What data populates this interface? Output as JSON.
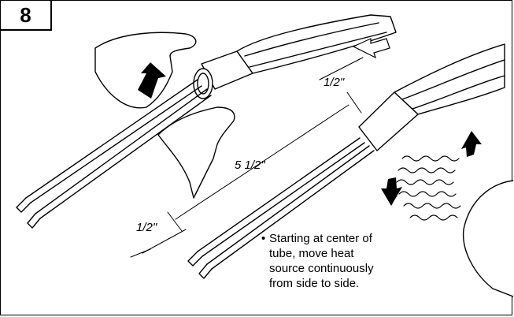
{
  "step": {
    "number": "8"
  },
  "dimensions": {
    "top_strip": "1/2\"",
    "total_length": "5 1/2\"",
    "bottom_strip": "1/2\""
  },
  "instruction": {
    "bullet": "•",
    "lines": [
      "Starting at center of",
      "tube, move heat",
      "source continuously",
      "from side to side."
    ]
  }
}
